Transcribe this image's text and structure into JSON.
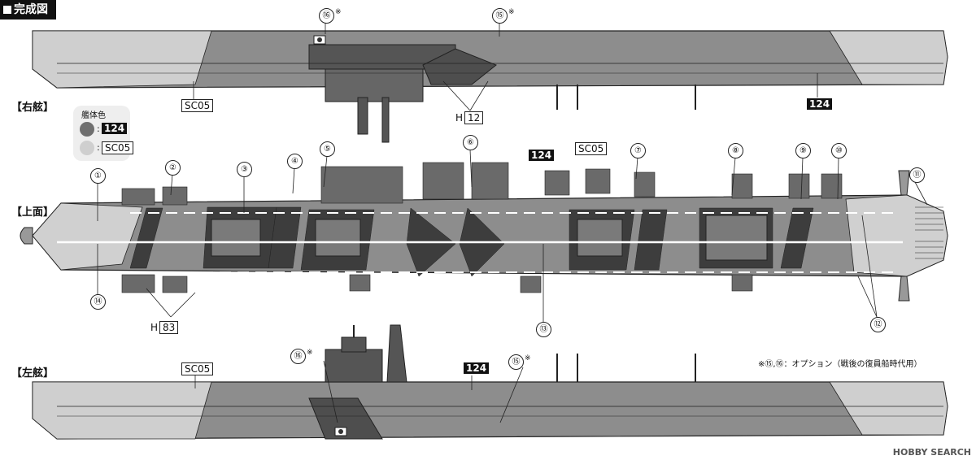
{
  "header": {
    "title": "完成図"
  },
  "views": {
    "starboard": "【右舷】",
    "top": "【上面】",
    "port": "【左舷】"
  },
  "legend": {
    "title": "艦体色",
    "dark_code": "124",
    "light_code": "SC05",
    "dark_color": "#6f6f6f",
    "light_color": "#cfcfcf"
  },
  "callouts": {
    "c1": "①",
    "c2": "②",
    "c3": "③",
    "c4": "④",
    "c5": "⑤",
    "c6": "⑥",
    "c7": "⑦",
    "c8": "⑧",
    "c9": "⑨",
    "c10": "⑩",
    "c11": "⑪",
    "c12": "⑫",
    "c13": "⑬",
    "c14": "⑭",
    "c15": "⑮",
    "c16": "⑯"
  },
  "marks": {
    "asterisk": "※"
  },
  "paint": {
    "sc05": "SC05",
    "c124": "124",
    "h12_letter": "H",
    "h12_num": "12",
    "h83_letter": "H",
    "h83_num": "83"
  },
  "note": "※⑮,⑯：オプション（戦後の復員船時代用）",
  "watermark": "HOBBY SEARCH",
  "colors": {
    "dark": "#5a5a5a",
    "mid": "#8c8c8c",
    "light": "#c9c9c9",
    "line": "#222222"
  }
}
